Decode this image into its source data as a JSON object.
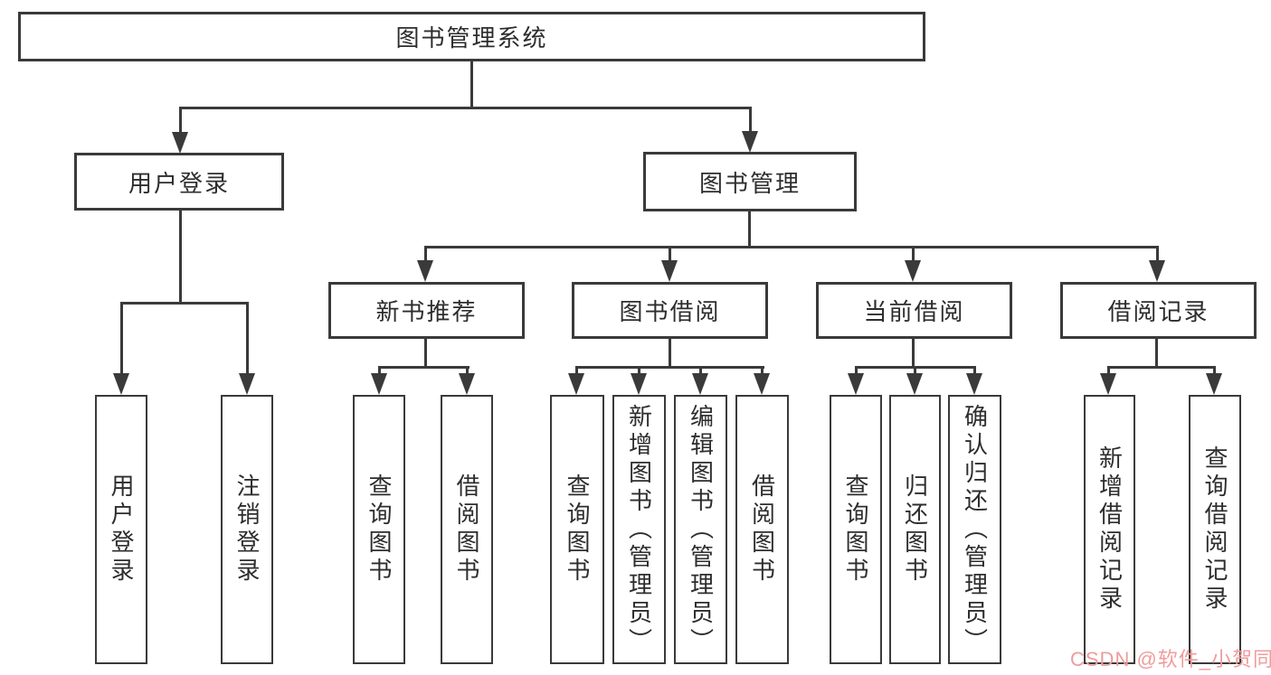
{
  "tree": {
    "root": {
      "label": "图书管理系统"
    },
    "branches": [
      {
        "label": "用户登录",
        "children": [
          "用户登录",
          "注销登录"
        ]
      },
      {
        "label": "图书管理",
        "groups": [
          {
            "label": "新书推荐",
            "children": [
              "查询图书",
              "借阅图书"
            ]
          },
          {
            "label": "图书借阅",
            "children": [
              "查询图书",
              "新增图书（管理员）",
              "编辑图书（管理员）",
              "借阅图书"
            ]
          },
          {
            "label": "当前借阅",
            "children": [
              "查询图书",
              "归还图书",
              "确认归还（管理员）"
            ]
          },
          {
            "label": "借阅记录",
            "children": [
              "新增借阅记录",
              "查询借阅记录"
            ]
          }
        ]
      }
    ]
  },
  "watermark": {
    "text": "CSDN @软件_小贺同学",
    "color": "#ef9c9c"
  },
  "colors": {
    "line": "#3a3a3a",
    "text": "#2d2d2d",
    "box_background": "#ffffff",
    "page_background": "#ffffff"
  }
}
